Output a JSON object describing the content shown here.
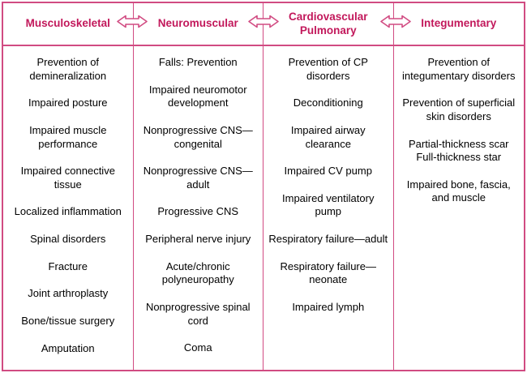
{
  "colors": {
    "line_pink": "#d14b82",
    "header_text_pink": "#c2185b",
    "body_text": "#000000",
    "background": "#ffffff"
  },
  "columns": [
    {
      "header": "Musculoskeletal",
      "items": [
        "Prevention of demineralization",
        "Impaired posture",
        "Impaired muscle performance",
        "Impaired connective tissue",
        "Localized inflammation",
        "Spinal disorders",
        "Fracture",
        "Joint arthroplasty",
        "Bone/tissue surgery",
        "Amputation"
      ]
    },
    {
      "header": "Neuromuscular",
      "items": [
        "Falls: Prevention",
        "Impaired neuromotor development",
        "Nonprogressive CNS—congenital",
        "Nonprogressive CNS—adult",
        "Progressive CNS",
        "Peripheral nerve injury",
        "Acute/chronic polyneuropathy",
        "Nonprogressive spinal cord",
        "Coma"
      ]
    },
    {
      "header": "Cardiovascular Pulmonary",
      "items": [
        "Prevention of CP disorders",
        "Deconditioning",
        "Impaired airway clearance",
        "Impaired CV pump",
        "Impaired ventilatory pump",
        "Respiratory failure—adult",
        "Respiratory failure—neonate",
        "Impaired lymph"
      ]
    },
    {
      "header": "Integumentary",
      "items": [
        "Prevention of integumentary disorders",
        "Prevention of superficial skin disorders",
        "Partial-thickness scar\nFull-thickness star",
        "Impaired bone, fascia, and muscle"
      ]
    }
  ],
  "icons": {
    "double_arrow": "double-headed-arrow"
  }
}
